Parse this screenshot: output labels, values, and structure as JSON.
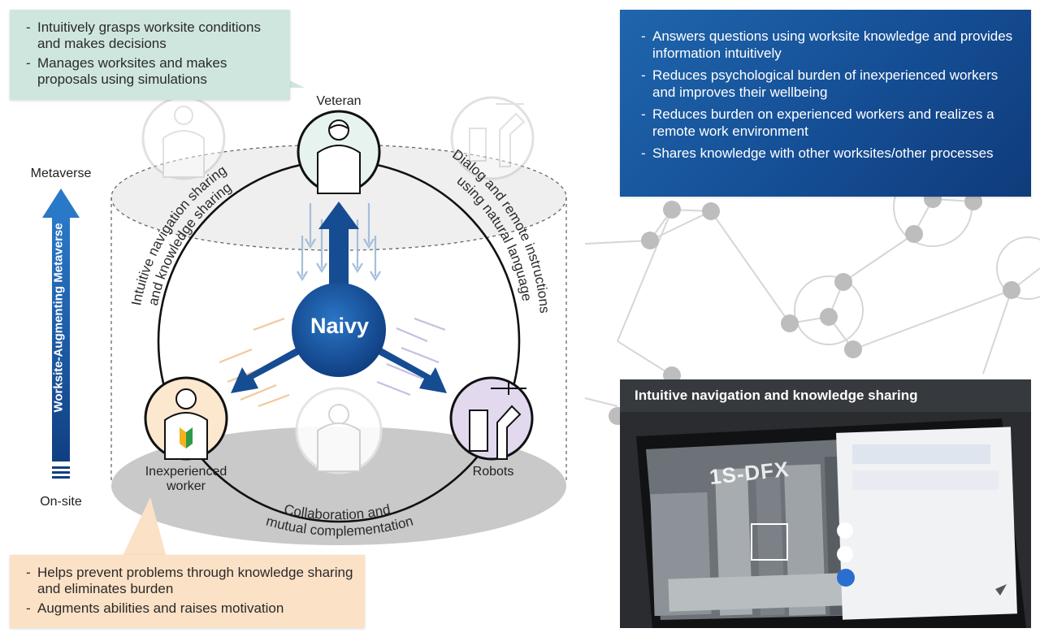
{
  "callouts": {
    "veteran": [
      "Intuitively grasps worksite conditions and makes decisions",
      "Manages worksites and makes proposals using simulations"
    ],
    "worker": [
      "Helps prevent problems through knowledge sharing and eliminates burden",
      "Augments abilities and raises motivation"
    ],
    "benefits": [
      "Answers questions using worksite knowledge and provides information intuitively",
      "Reduces psychological burden of inexperienced workers and improves their wellbeing",
      "Reduces burden on experienced workers and realizes a remote work environment",
      "Shares knowledge with other worksites/other processes"
    ]
  },
  "axis": {
    "top_label": "Metaverse",
    "bottom_label": "On-site",
    "arrow_label": "Worksite-Augmenting Metaverse"
  },
  "nodes": {
    "veteran": "Veteran",
    "worker_line1": "Inexperienced",
    "worker_line2": "worker",
    "robots": "Robots",
    "center": "Naivy"
  },
  "arcs": {
    "left_line1": "Intuitive navigation sharing",
    "left_line2": "and knowledge sharing",
    "right_line1": "Dialog and remote instructions",
    "right_line2": "using natural language",
    "bottom_line1": "Collaboration and",
    "bottom_line2": "mutual complementation"
  },
  "panel": {
    "title": "Intuitive navigation and knowledge sharing",
    "screen_code": "1S-DFX"
  },
  "colors": {
    "blue_dark": "#0f3b7a",
    "blue_mid": "#1f66ad",
    "veteran_tint": "#cfe6df",
    "worker_tint": "#fbe1c6",
    "robot_tint": "#ddd3ea",
    "ellipse_gray": "#c9c9c9"
  }
}
